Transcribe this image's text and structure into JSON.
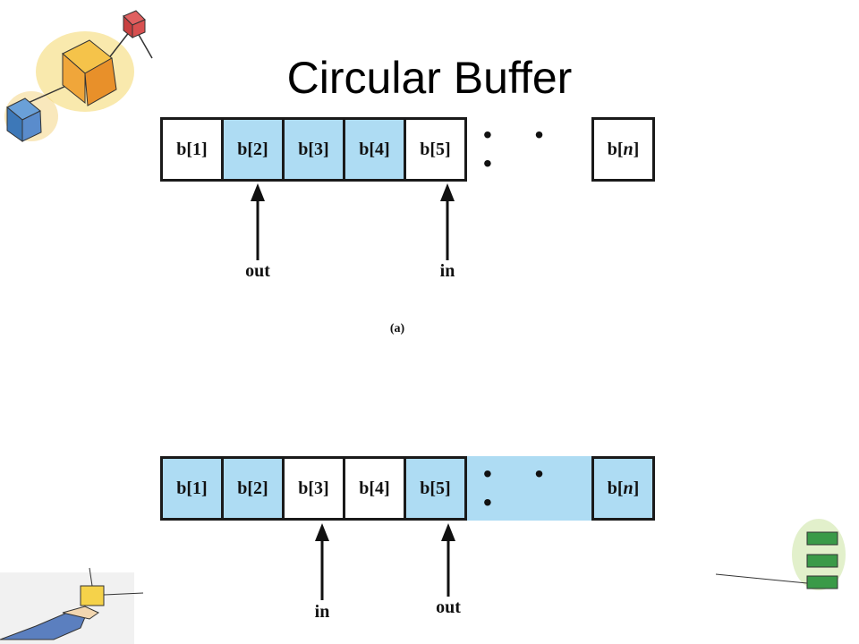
{
  "title": "Circular Buffer",
  "colors": {
    "filled": "#aedcf3",
    "border": "#1a1a1a"
  },
  "diagram_a": {
    "caption": "(a)",
    "cells": [
      {
        "label": "b[1]",
        "filled": false
      },
      {
        "label": "b[2]",
        "filled": true
      },
      {
        "label": "b[3]",
        "filled": true
      },
      {
        "label": "b[4]",
        "filled": true
      },
      {
        "label": "b[5]",
        "filled": false
      }
    ],
    "ellipsis": "• • •",
    "last_cell": {
      "prefix": "b[",
      "index": "n",
      "suffix": "]",
      "filled": false
    },
    "pointers": [
      {
        "label": "out",
        "cell": "b[2]"
      },
      {
        "label": "in",
        "cell": "b[5]"
      }
    ]
  },
  "diagram_b": {
    "cells": [
      {
        "label": "b[1]",
        "filled": true
      },
      {
        "label": "b[2]",
        "filled": true
      },
      {
        "label": "b[3]",
        "filled": false
      },
      {
        "label": "b[4]",
        "filled": false
      },
      {
        "label": "b[5]",
        "filled": true
      }
    ],
    "ellipsis": "• • •",
    "last_cell": {
      "prefix": "b[",
      "index": "n",
      "suffix": "]",
      "filled": true
    },
    "pointers": [
      {
        "label": "in",
        "cell": "b[3]"
      },
      {
        "label": "out",
        "cell": "b[5]"
      }
    ]
  },
  "decorations": [
    "cube-drawing-top-left",
    "hand-holding-cube-bottom-left",
    "stacked-boxes-bottom-right"
  ]
}
